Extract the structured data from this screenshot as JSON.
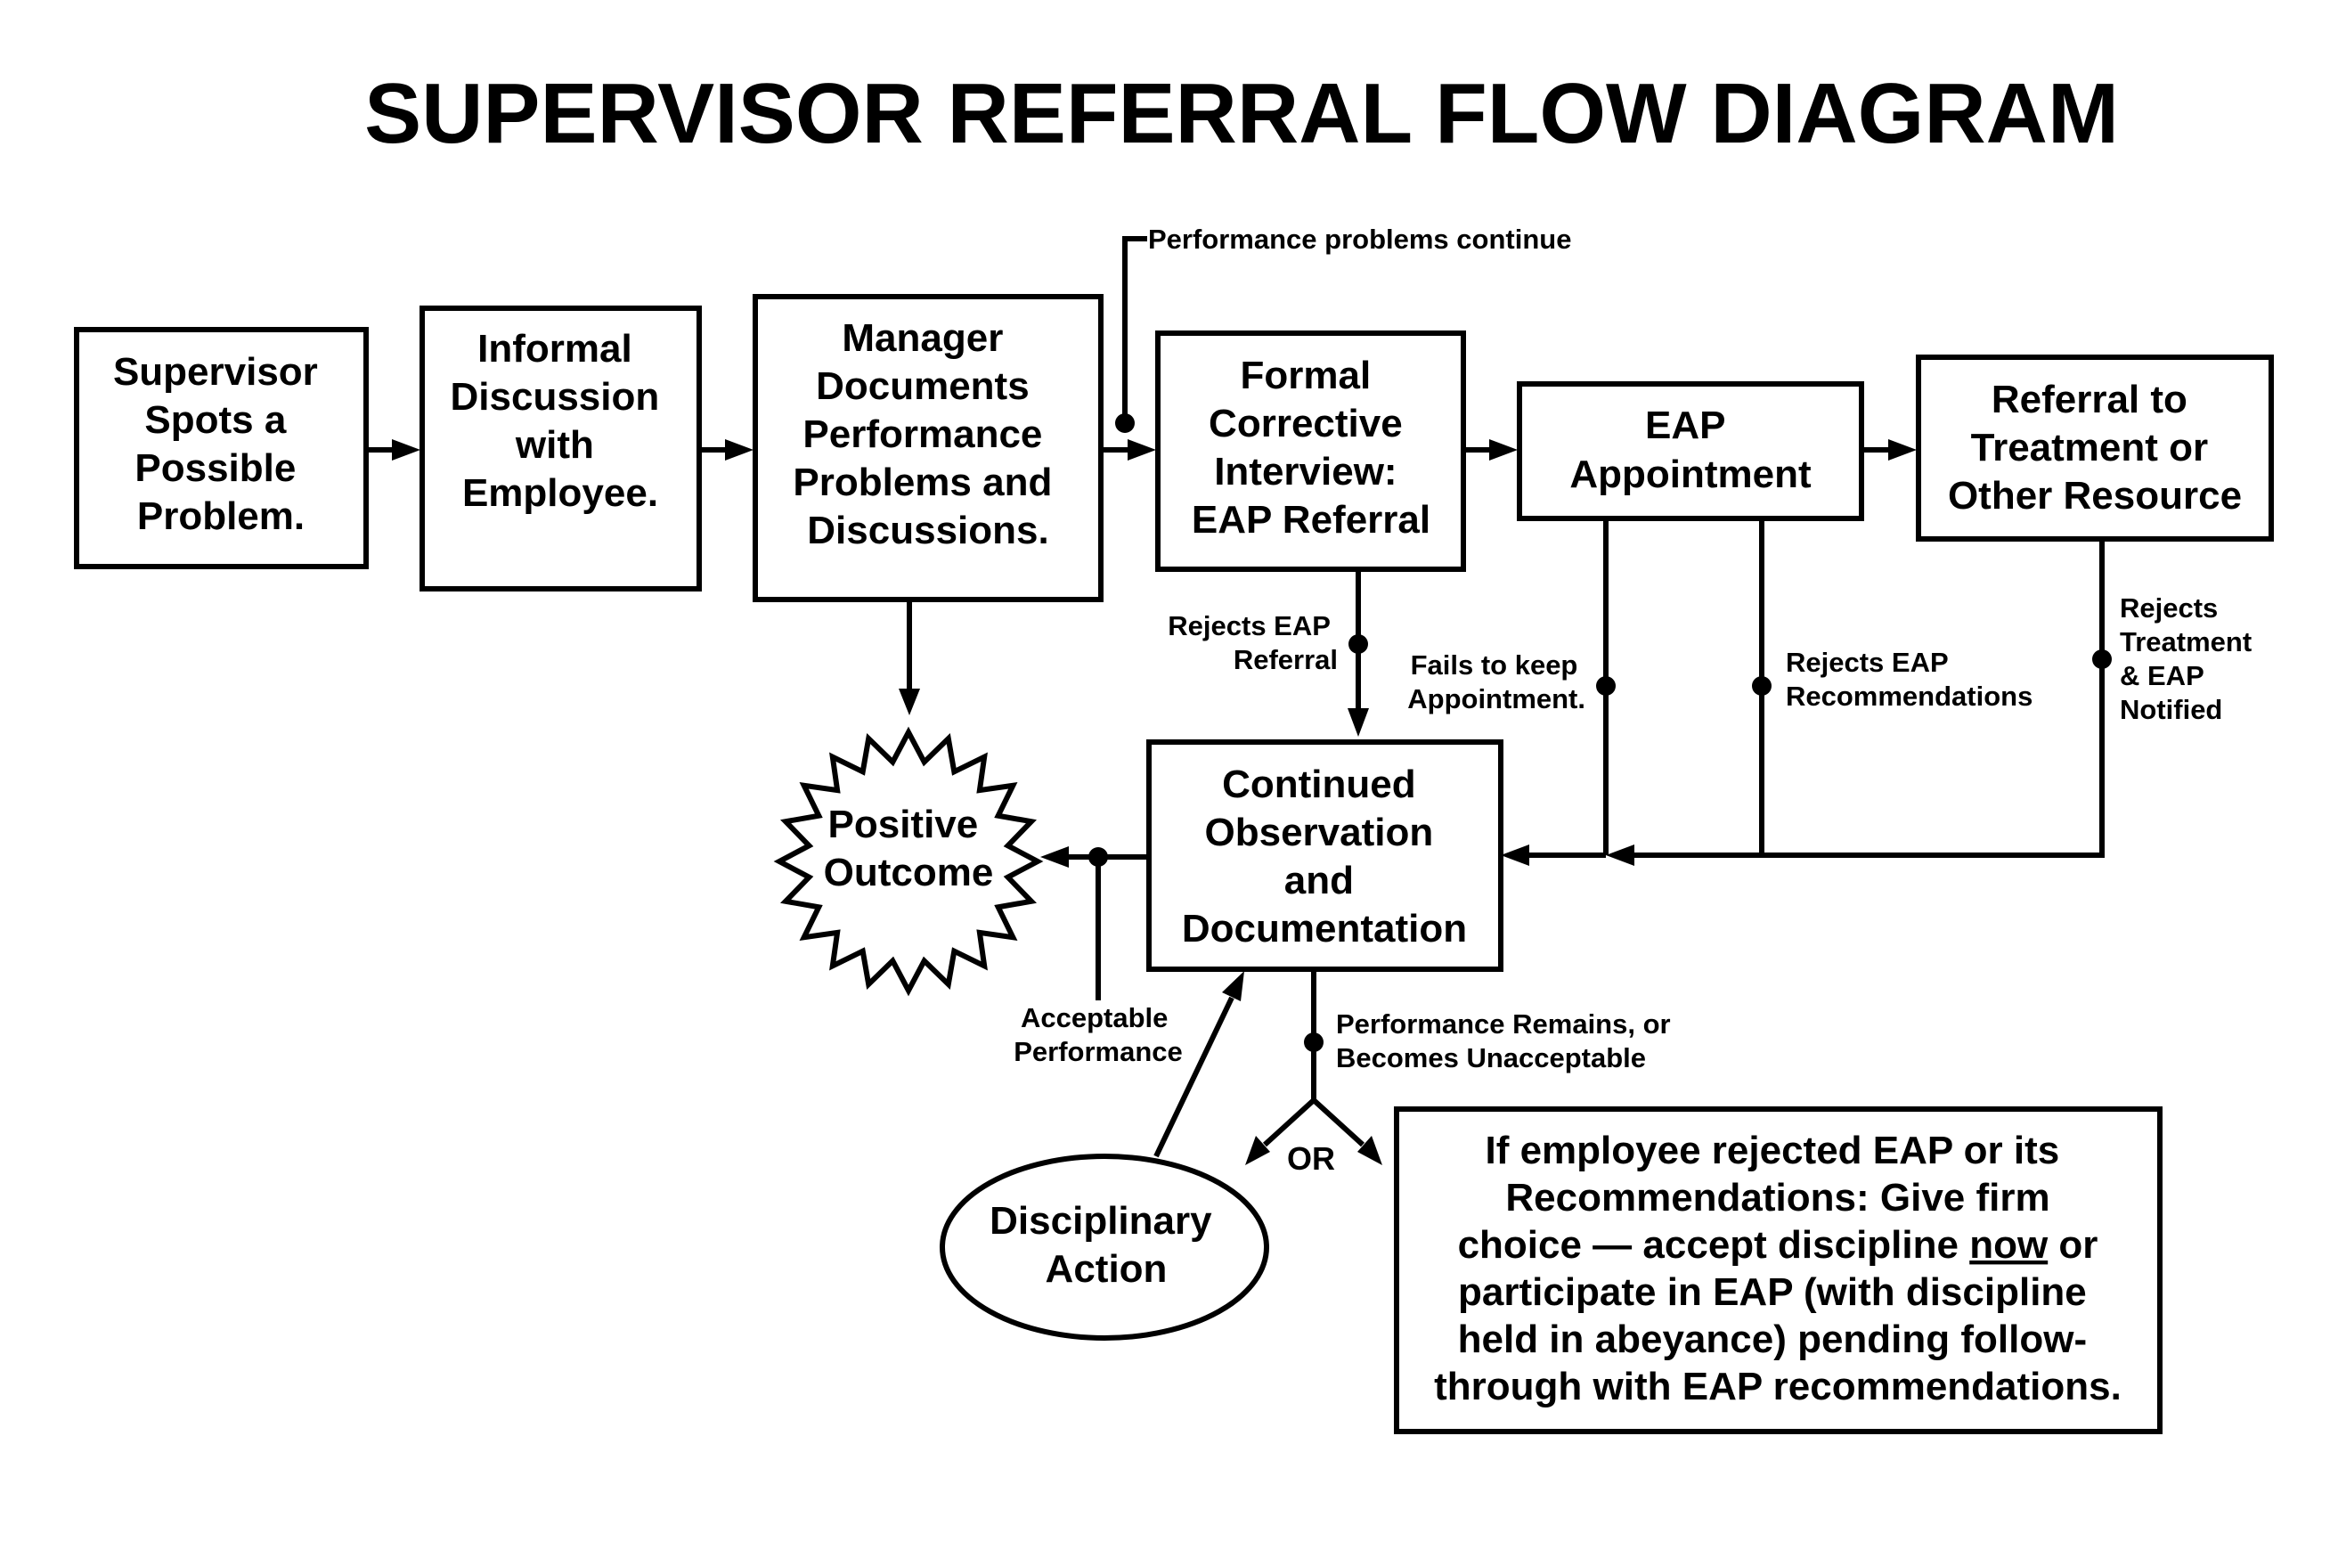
{
  "title": "SUPERVISOR REFERRAL FLOW DIAGRAM",
  "nodes": {
    "supervisor_spots": {
      "lines": [
        "Supervisor",
        "Spots a",
        "Possible",
        "Problem."
      ]
    },
    "informal_discussion": {
      "lines": [
        "Informal",
        "Discussion",
        "with",
        "Employee."
      ]
    },
    "manager_documents": {
      "lines": [
        "Manager",
        "Documents",
        "Performance",
        "Problems and",
        "Discussions."
      ]
    },
    "formal_interview": {
      "lines": [
        "Formal",
        "Corrective",
        "Interview:",
        "EAP Referral"
      ]
    },
    "eap_appointment": {
      "lines": [
        "EAP",
        "Appointment"
      ]
    },
    "referral_treatment": {
      "lines": [
        "Referral to",
        "Treatment or",
        "Other Resource"
      ]
    },
    "continued_observation": {
      "lines": [
        "Continued",
        "Observation",
        "and",
        "Documentation"
      ]
    },
    "positive_outcome": {
      "lines": [
        "Positive",
        "Outcome"
      ]
    },
    "disciplinary_action": {
      "lines": [
        "Disciplinary",
        "Action"
      ]
    },
    "firm_choice_note": {
      "line1": "If employee rejected EAP or its",
      "line2": "Recommendations: Give firm",
      "line3_pre": "choice — accept discipline ",
      "line3_underlined": "now",
      "line3_post": " or",
      "line4": "participate in EAP (with discipline",
      "line5": "held in abeyance) pending follow-",
      "line6": "through with EAP recommendations."
    }
  },
  "edge_labels": {
    "performance_continue": "Performance problems continue",
    "rejects_eap_referral": [
      "Rejects EAP",
      "Referral"
    ],
    "fails_to_keep": [
      "Fails to keep",
      "Appointment."
    ],
    "rejects_eap_recommendations": [
      "Rejects EAP",
      "Recommendations"
    ],
    "rejects_treatment": [
      "Rejects",
      "Treatment",
      "& EAP",
      "Notified"
    ],
    "acceptable_performance": [
      "Acceptable",
      "Performance"
    ],
    "performance_remains": [
      "Performance Remains, or",
      "Becomes Unacceptable"
    ],
    "or": "OR"
  }
}
